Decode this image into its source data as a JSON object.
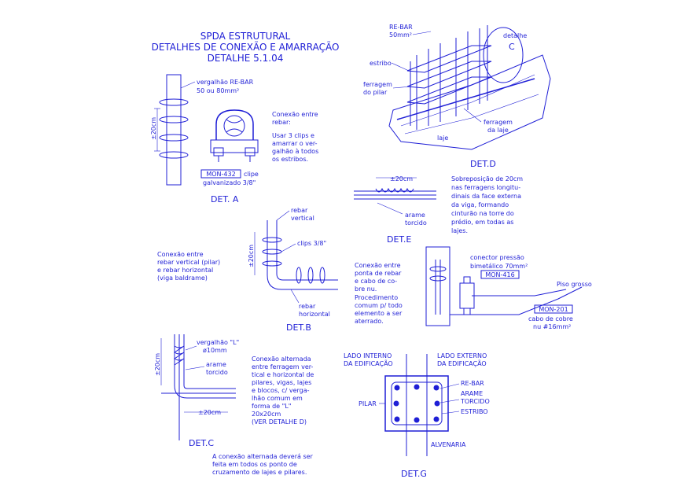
{
  "title": {
    "line1": "SPDA ESTRUTURAL",
    "line2": "DETALHES DE CONEXÃO E AMARRAÇÃO",
    "line3": "DETALHE 5.1.04"
  },
  "det_a": {
    "label": "DET. A",
    "rebar_note_1": "vergalhão RE-BAR",
    "rebar_note_2": "50 ou 80mm²",
    "dim": "±20cm",
    "tag": "MON-432",
    "clip_1": "clipe",
    "clip_2": "galvanizado 3/8\"",
    "desc": [
      "Conexão entre",
      "rebar:",
      "",
      "Usar 3 clips e",
      "amarrar o ver-",
      "galhão à todos",
      "os estribos."
    ]
  },
  "det_b": {
    "label": "DET.B",
    "vert_1": "rebar",
    "vert_2": "vertical",
    "clips": "clips 3/8\"",
    "horiz_1": "rebar",
    "horiz_2": "horizontal",
    "dim": "±20cm",
    "desc": [
      "Conexão entre",
      "rebar vertical (pilar)",
      "e rebar horizontal",
      "(viga baldrame)"
    ]
  },
  "det_c": {
    "label": "DET.C",
    "l_1": "vergalhão \"L\"",
    "l_2": "ø10mm",
    "wire_1": "arame",
    "wire_2": "torcido",
    "dim_v": "±20cm",
    "dim_h": "±20cm",
    "desc": [
      "Conexão alternada",
      "entre ferragem ver-",
      "tical e horizontal de",
      "pilares, vigas, lajes",
      "e blocos, c/ verga-",
      "lhão comum em",
      "forma de \"L\"",
      "20x20cm",
      "(VER DETALHE D)"
    ],
    "note": [
      "A conexão alternada deverá ser",
      "feita em todos os ponto de",
      "cruzamento de lajes e pilares."
    ]
  },
  "det_d": {
    "label": "DET.D",
    "rebar_1": "RE-BAR",
    "rebar_2": "50mm²",
    "detalhe": "detalhe",
    "c": "C",
    "estribo": "estribo",
    "pilar_1": "ferragem",
    "pilar_2": "do pilar",
    "laje_1": "ferragem",
    "laje_2": "da laje",
    "laje": "laje"
  },
  "det_e": {
    "label": "DET.E",
    "dim": "±20cm",
    "wire_1": "arame",
    "wire_2": "torcido",
    "desc": [
      "Sobreposição de 20cm",
      "nas ferragens longitu-",
      "dinais da face externa",
      "da viga, formando",
      "cinturão na torre do",
      "prédio, em todas as",
      "lajes."
    ]
  },
  "det_f": {
    "desc": [
      "Conexão entre",
      "ponta de rebar",
      "e cabo de co-",
      "bre nu.",
      "Procedimento",
      "comum p/ todo",
      "elemento a ser",
      "aterrado."
    ],
    "conector_1": "conector pressão",
    "conector_2": "bimetálico 70mm²",
    "tag1": "MON-416",
    "piso": "Piso grosso",
    "tag2": "MON-201",
    "cabo_1": "cabo de cobre",
    "cabo_2": "nu #16mm²"
  },
  "det_g": {
    "label": "DET.G",
    "int_1": "LADO INTERNO",
    "int_2": "DA EDIFICAÇÃO",
    "ext_1": "LADO EXTERNO",
    "ext_2": "DA EDIFICAÇÃO",
    "pilar": "PILAR",
    "rebar": "RE-BAR",
    "arame_1": "ARAME",
    "arame_2": "TORCIDO",
    "estribo": "ESTRIBO",
    "alvenaria": "ALVENARIA"
  }
}
